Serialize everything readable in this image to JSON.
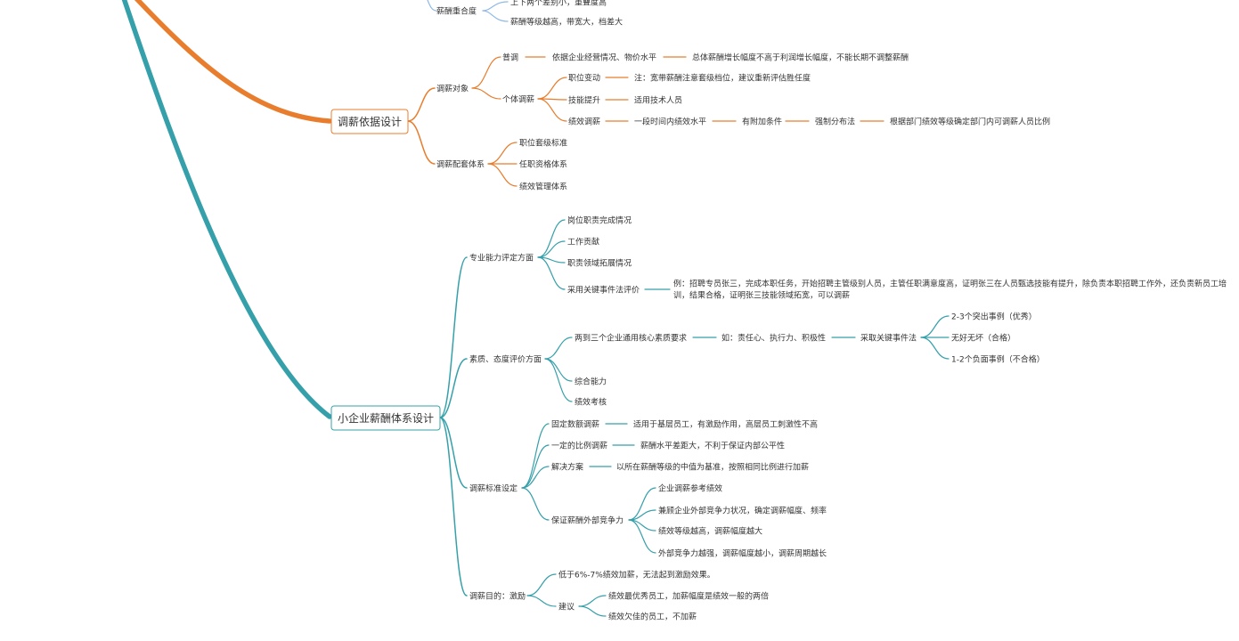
{
  "colors": {
    "orange": "#e87d2e",
    "teal": "#35a0aa",
    "blue": "#8fb8e8",
    "text": "#333333"
  },
  "top_fragment": {
    "sub_label": "薪酬重合度",
    "item_1": "上下两个差别小，重叠度高",
    "item_2": "薪酬等级越高，带宽大，档差大"
  },
  "sections": [
    {
      "id": "salary-basis",
      "title": "调薪依据设计",
      "children": [
        {
          "label": "调薪对象",
          "children": [
            {
              "label": "普调",
              "chain": [
                "依据企业经营情况、物价水平",
                "总体薪酬增长幅度不高于利润增长幅度，不能长期不调整薪酬"
              ]
            },
            {
              "label": "个体调薪",
              "children": [
                {
                  "label": "职位变动",
                  "chain": [
                    "注：宽带薪酬注意套级档位，建议重新评估胜任度"
                  ]
                },
                {
                  "label": "技能提升",
                  "chain": [
                    "适用技术人员"
                  ]
                },
                {
                  "label": "绩效调薪",
                  "chain": [
                    "一段时间内绩效水平",
                    "有附加条件",
                    "强制分布法",
                    "根据部门绩效等级确定部门内可调薪人员比例"
                  ]
                }
              ]
            }
          ]
        },
        {
          "label": "调薪配套体系",
          "children": [
            {
              "label": "职位套级标准"
            },
            {
              "label": "任职资格体系"
            },
            {
              "label": "绩效管理体系"
            }
          ]
        }
      ]
    },
    {
      "id": "small-biz",
      "title": "小企业薪酬体系设计",
      "children": [
        {
          "label": "专业能力评定方面",
          "children": [
            {
              "label": "岗位职责完成情况"
            },
            {
              "label": "工作贡献"
            },
            {
              "label": "职责领域拓展情况"
            },
            {
              "label": "采用关键事件法评价",
              "note_lines": [
                "例：招聘专员张三，完成本职任务，开始招聘主管级别人员，主管任职满意度高，证明张三在人员甄选技能有提升，除负责本职招聘工作外，还负责新员工培",
                "训，结果合格，证明张三技能领域拓宽，可以调薪"
              ]
            }
          ]
        },
        {
          "label": "素质、态度评价方面",
          "children": [
            {
              "label": "两到三个企业通用核心素质要求",
              "chain": [
                "如：责任心、执行力、积极性",
                "采取关键事件法"
              ],
              "leaves": [
                "2-3个突出事例（优秀）",
                "无好无坏（合格）",
                "1-2个负面事例（不合格）"
              ]
            },
            {
              "label": "综合能力"
            },
            {
              "label": "绩效考核"
            }
          ]
        },
        {
          "label": "调薪标准设定",
          "children": [
            {
              "label": "固定数额调薪",
              "chain": [
                "适用于基层员工，有激励作用，高层员工刺激性不高"
              ]
            },
            {
              "label": "一定的比例调薪",
              "chain": [
                "薪酬水平差距大，不利于保证内部公平性"
              ]
            },
            {
              "label": "解决方案",
              "chain": [
                "以所在薪酬等级的中值为基准，按照相同比例进行加薪"
              ]
            },
            {
              "label": "保证薪酬外部竞争力",
              "children": [
                {
                  "label": "企业调薪参考绩效"
                },
                {
                  "label": "兼顾企业外部竞争力状况，确定调薪幅度、频率"
                },
                {
                  "label": "绩效等级越高，调薪幅度越大"
                },
                {
                  "label": "外部竞争力越强，调薪幅度越小，调薪周期越长"
                }
              ]
            }
          ]
        },
        {
          "label": "调薪目的：激励",
          "children": [
            {
              "label": "低于6%-7%绩效加薪，无法起到激励效果。"
            },
            {
              "label": "建议",
              "children": [
                {
                  "label": "绩效最优秀员工，加薪幅度是绩效一般的两倍"
                },
                {
                  "label": "绩效欠佳的员工，不加薪"
                }
              ]
            }
          ]
        }
      ]
    }
  ]
}
